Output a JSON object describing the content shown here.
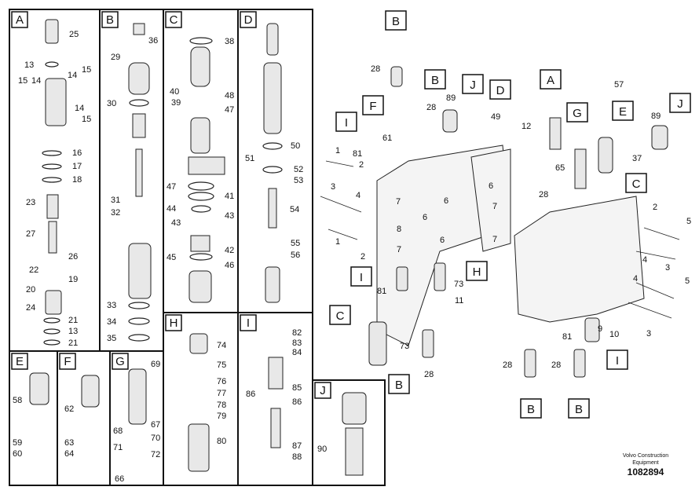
{
  "panels": [
    {
      "letter": "A",
      "labels": [
        "25",
        "13",
        "15",
        "14",
        "15",
        "14",
        "14",
        "15",
        "16",
        "17",
        "18",
        "23",
        "27",
        "26",
        "22",
        "19",
        "20",
        "24",
        "21",
        "13",
        "21"
      ]
    },
    {
      "letter": "B",
      "labels": [
        "36",
        "29",
        "30",
        "31",
        "32",
        "33",
        "34",
        "35"
      ]
    },
    {
      "letter": "C",
      "labels": [
        "38",
        "40",
        "48",
        "39",
        "47",
        "47",
        "41",
        "44",
        "43",
        "43",
        "42",
        "45",
        "46"
      ]
    },
    {
      "letter": "D",
      "labels": [
        "50",
        "51",
        "52",
        "53",
        "54",
        "55",
        "56"
      ]
    },
    {
      "letter": "H",
      "labels": [
        "74",
        "75",
        "76",
        "77",
        "78",
        "79",
        "80"
      ]
    },
    {
      "letter": "I",
      "labels": [
        "82",
        "83",
        "84",
        "85",
        "86",
        "86",
        "87",
        "88"
      ]
    },
    {
      "letter": "J",
      "labels": [
        "90"
      ]
    },
    {
      "letter": "E",
      "labels": [
        "58",
        "59",
        "60"
      ]
    },
    {
      "letter": "F",
      "labels": [
        "62",
        "63",
        "64"
      ]
    },
    {
      "letter": "G",
      "labels": [
        "69",
        "67",
        "68",
        "70",
        "71",
        "72",
        "66"
      ]
    }
  ],
  "assembly": {
    "callouts": [
      "B",
      "J",
      "B",
      "D",
      "F",
      "I",
      "A",
      "G",
      "E",
      "J",
      "C",
      "H",
      "I",
      "C",
      "B",
      "I",
      "B",
      "B"
    ],
    "labels": [
      "28",
      "57",
      "28",
      "89",
      "49",
      "61",
      "81",
      "12",
      "89",
      "65",
      "37",
      "1",
      "2",
      "3",
      "4",
      "1",
      "2",
      "7",
      "6",
      "6",
      "8",
      "6",
      "7",
      "7",
      "7",
      "28",
      "2",
      "5",
      "4",
      "3",
      "4",
      "5",
      "9",
      "10",
      "3",
      "81",
      "73",
      "11",
      "81",
      "73",
      "28",
      "28",
      "28",
      "6"
    ]
  },
  "footer": {
    "brand_line1": "Volvo Construction",
    "brand_line2": "Equipment",
    "drawing_number": "1082894"
  }
}
